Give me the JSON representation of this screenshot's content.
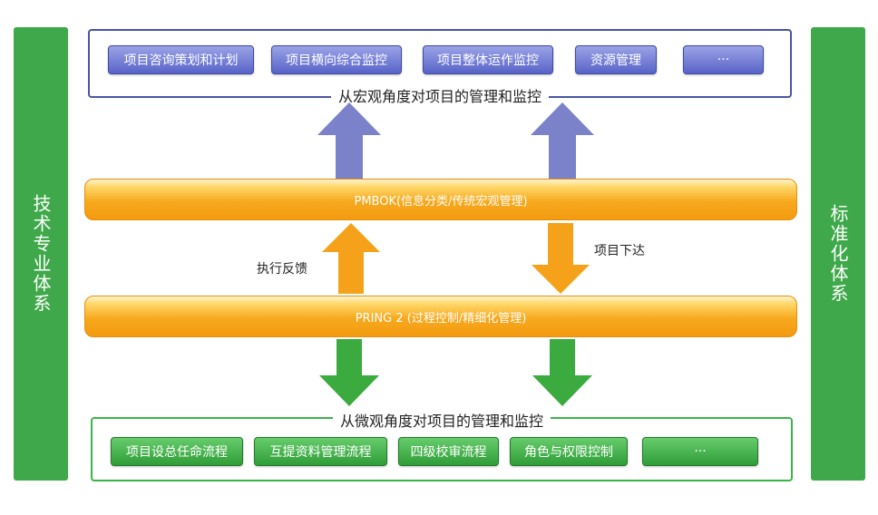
{
  "left_sidebar": {
    "label": "技术专业体系"
  },
  "right_sidebar": {
    "label": "标准化体系"
  },
  "top_group": {
    "caption": "从宏观角度对项目的管理和监控",
    "buttons": [
      "项目咨询策划和计划",
      "项目横向综合监控",
      "项目整体运作监控",
      "资源管理",
      "···"
    ]
  },
  "bands": {
    "pmbok": "PMBOK(信息分类/传统宏观管理)",
    "pring": "PRING 2 (过程控制/精细化管理)"
  },
  "labels": {
    "feedback": "执行反馈",
    "issue": "项目下达"
  },
  "bottom_group": {
    "caption": "从微观角度对项目的管理和监控",
    "buttons": [
      "项目设总任命流程",
      "互提资料管理流程",
      "四级校审流程",
      "角色与权限控制",
      "···"
    ]
  },
  "colors": {
    "sidebar_green": "#3fa84a",
    "top_border_blue": "#4a55a2",
    "bottom_border_green": "#3ab54a",
    "arrow_blue": "#7b82c9",
    "arrow_orange": "#f5a21a",
    "arrow_green": "#3bab40",
    "band_orange": "#f7a91e"
  }
}
